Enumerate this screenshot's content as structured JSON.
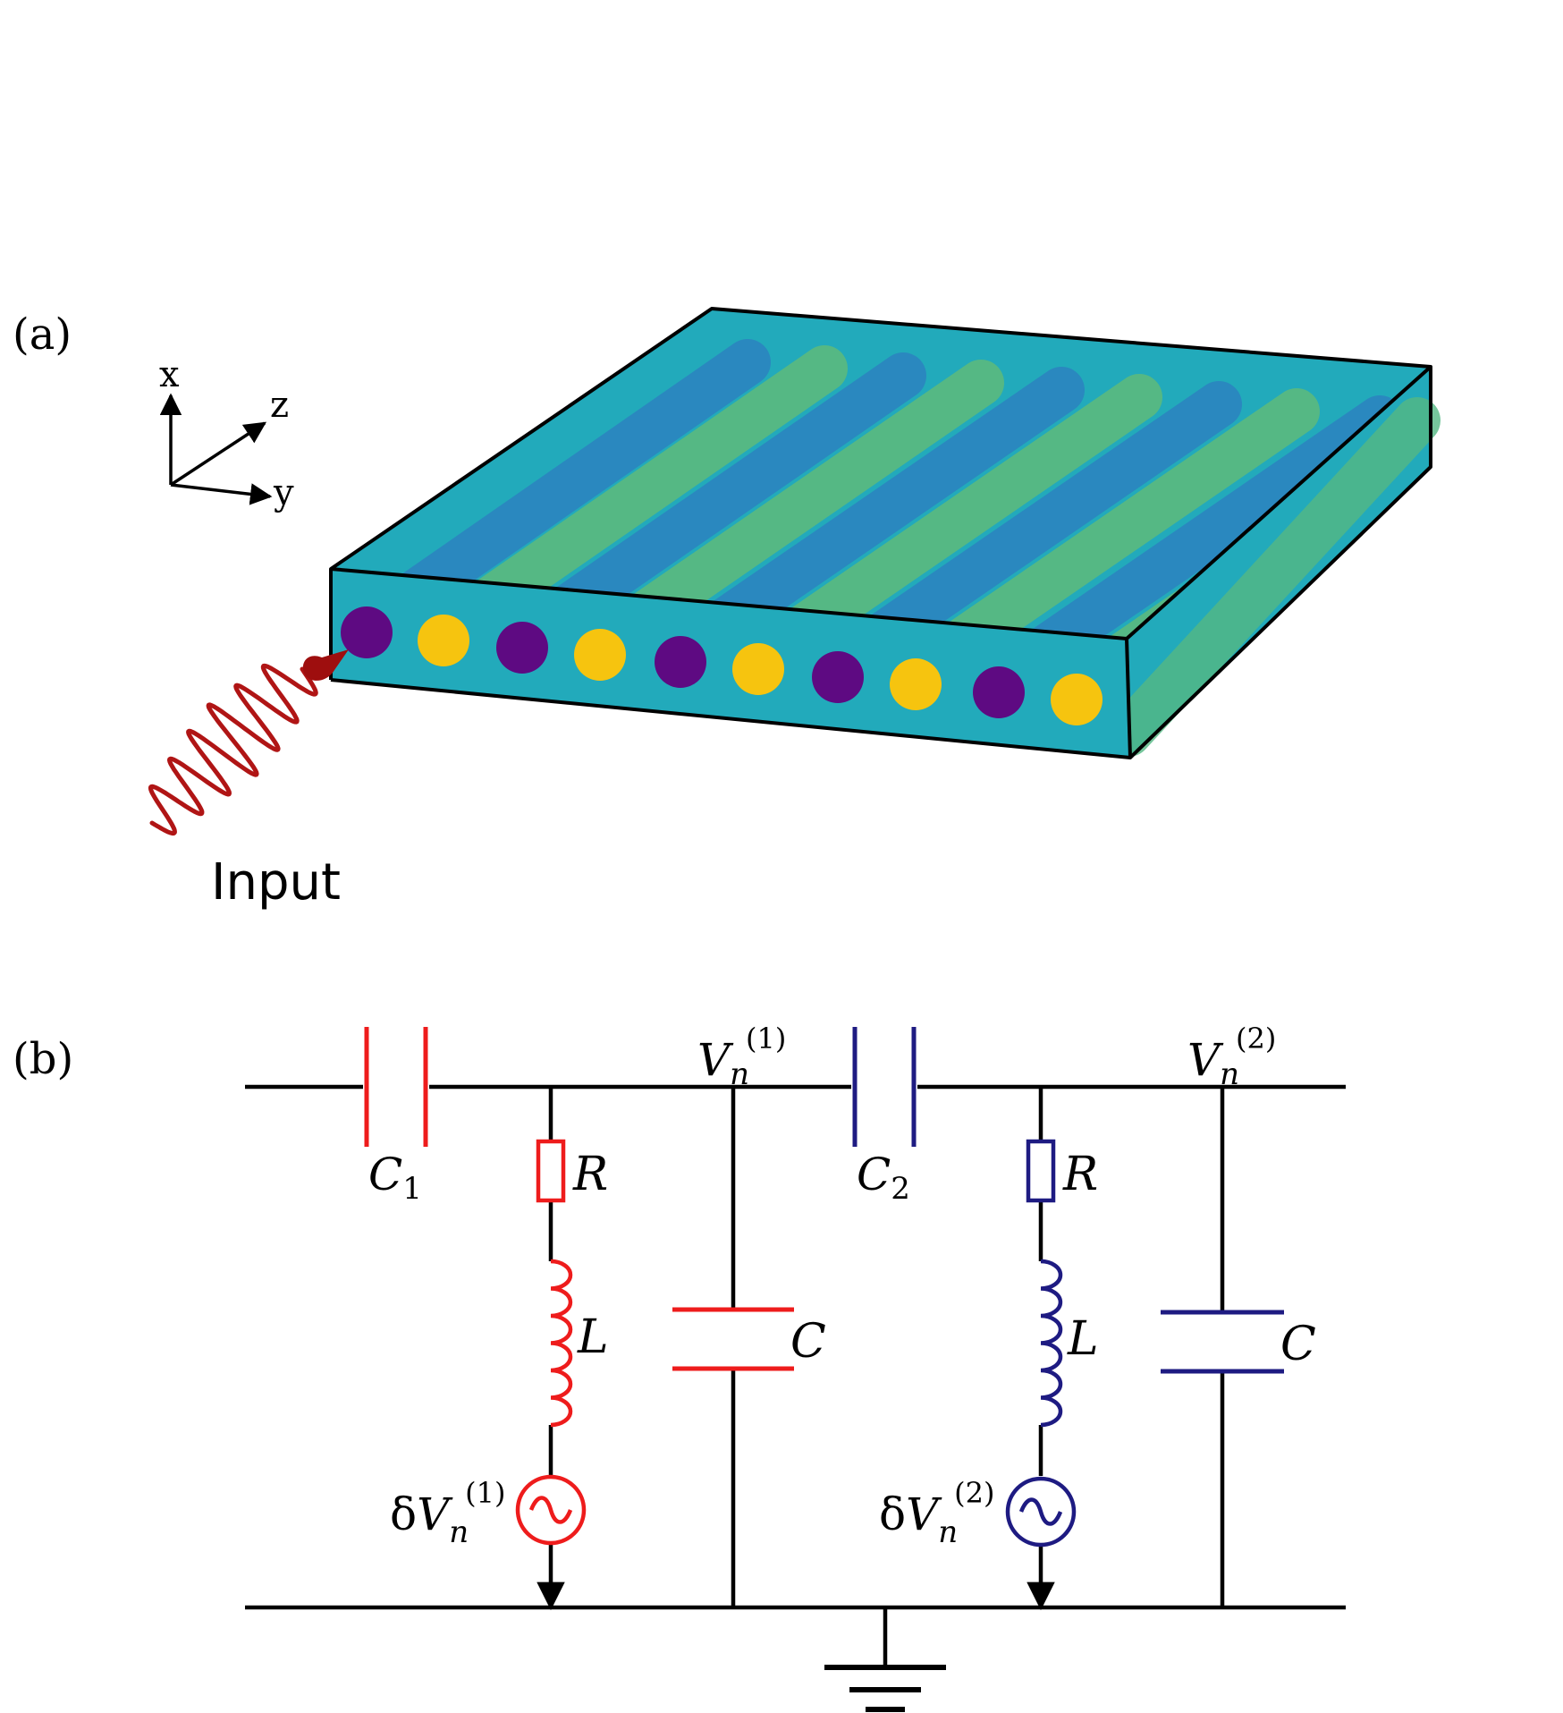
{
  "panel_a": {
    "label": "(a)",
    "axes": {
      "x": "x",
      "y": "y",
      "z": "z"
    },
    "input_label": "Input",
    "colors": {
      "slab": "#22AABB",
      "rod_blue": "#2A88BF",
      "rod_green": "#55B884",
      "dot_purple": "#5E0A82",
      "dot_yellow": "#F6C40F",
      "wave": "#B01515"
    }
  },
  "panel_b": {
    "label": "(b)",
    "colors": {
      "cell1": "#EE1C1C",
      "cell2": "#1E1B82",
      "wire": "#000000"
    },
    "cell1": {
      "coupling_cap": {
        "base": "C",
        "sub": "1"
      },
      "resistor": "R",
      "inductor": "L",
      "capacitor": "C",
      "node": {
        "base": "V",
        "sub": "n",
        "sup": "(1)"
      },
      "source": {
        "prefix": "δ",
        "base": "V",
        "sub": "n",
        "sup": "(1)"
      }
    },
    "cell2": {
      "coupling_cap": {
        "base": "C",
        "sub": "2"
      },
      "resistor": "R",
      "inductor": "L",
      "capacitor": "C",
      "node": {
        "base": "V",
        "sub": "n",
        "sup": "(2)"
      },
      "source": {
        "prefix": "δ",
        "base": "V",
        "sub": "n",
        "sup": "(2)"
      }
    }
  }
}
